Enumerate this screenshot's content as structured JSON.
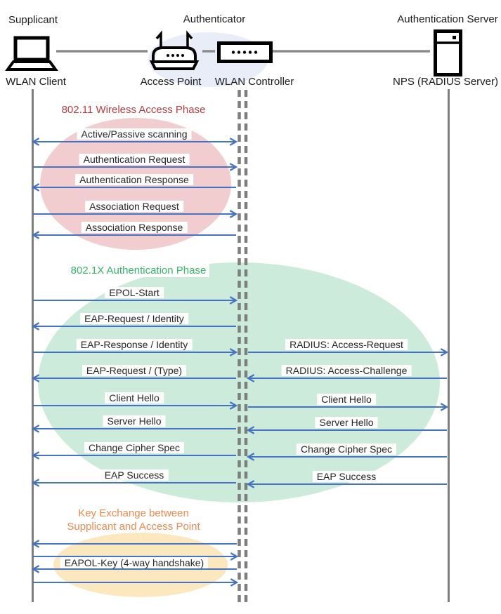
{
  "actors": {
    "supplicant": {
      "role": "Supplicant",
      "device": "WLAN Client"
    },
    "authenticator": {
      "role": "Authenticator",
      "ap_device": "Access Point",
      "controller_device": "WLAN Controller"
    },
    "auth_server": {
      "role": "Authentication Server",
      "device": "NPS (RADIUS Server)"
    }
  },
  "phases": {
    "p1": {
      "title": "802.11 Wireless Access Phase"
    },
    "p2": {
      "title": "802.1X Authentication Phase"
    },
    "p3": {
      "title_lines": [
        "Key Exchange between",
        "Supplicant and Access Point"
      ]
    }
  },
  "messages": {
    "left": [
      {
        "label": "Active/Passive scanning",
        "direction": "both"
      },
      {
        "label": "Authentication Request",
        "direction": "right"
      },
      {
        "label": "Authentication Response",
        "direction": "left"
      },
      {
        "label": "Association Request",
        "direction": "right"
      },
      {
        "label": "Association Response",
        "direction": "left"
      },
      {
        "label": "EPOL-Start",
        "direction": "right"
      },
      {
        "label": "EAP-Request / Identity",
        "direction": "left"
      },
      {
        "label": "EAP-Response / Identity",
        "direction": "right"
      },
      {
        "label": "EAP-Request / (Type)",
        "direction": "left"
      },
      {
        "label": "Client Hello",
        "direction": "right"
      },
      {
        "label": "Server Hello",
        "direction": "left"
      },
      {
        "label": "Change Cipher Spec",
        "direction": "left"
      },
      {
        "label": "EAP Success",
        "direction": "left"
      },
      {
        "label": "",
        "direction": "left"
      },
      {
        "label": "",
        "direction": "right"
      },
      {
        "label": "EAPOL-Key (4-way handshake)",
        "direction": "left"
      },
      {
        "label": "",
        "direction": "right"
      }
    ],
    "right": [
      {
        "label": "RADIUS: Access-Request",
        "direction": "right"
      },
      {
        "label": "RADIUS: Access-Challenge",
        "direction": "left"
      },
      {
        "label": "Client Hello",
        "direction": "right"
      },
      {
        "label": "Server Hello",
        "direction": "left"
      },
      {
        "label": "Change Cipher Spec",
        "direction": "left"
      },
      {
        "label": "EAP Success",
        "direction": "left"
      }
    ]
  },
  "colors": {
    "arrow": "#4472C4",
    "line": "#7F7F7F",
    "ink": "#262626",
    "phase1": "#BC3C43",
    "phase2": "#38B46A",
    "phase3": "#EC8A50",
    "fill1": "#F2CDD0",
    "fill2": "#CDEBDA",
    "fill3": "#FCE8BE",
    "fillauth": "#E9EDF8",
    "icon": "#000000"
  }
}
